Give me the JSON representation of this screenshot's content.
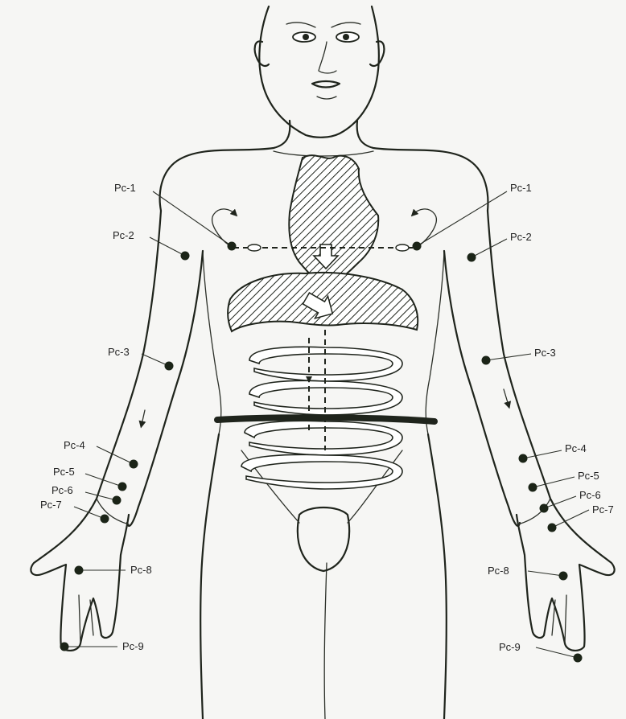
{
  "labels": {
    "left": [
      "Pc-1",
      "Pc-2",
      "Pc-3",
      "Pc-4",
      "Pc-5",
      "Pc-6",
      "Pc-7",
      "Pc-8",
      "Pc-9"
    ],
    "right": [
      "Pc-1",
      "Pc-2",
      "Pc-3",
      "Pc-4",
      "Pc-5",
      "Pc-6",
      "Pc-7",
      "Pc-8",
      "Pc-9"
    ]
  },
  "colors": {
    "ink": "#1f241c",
    "background": "#f6f6f4"
  }
}
